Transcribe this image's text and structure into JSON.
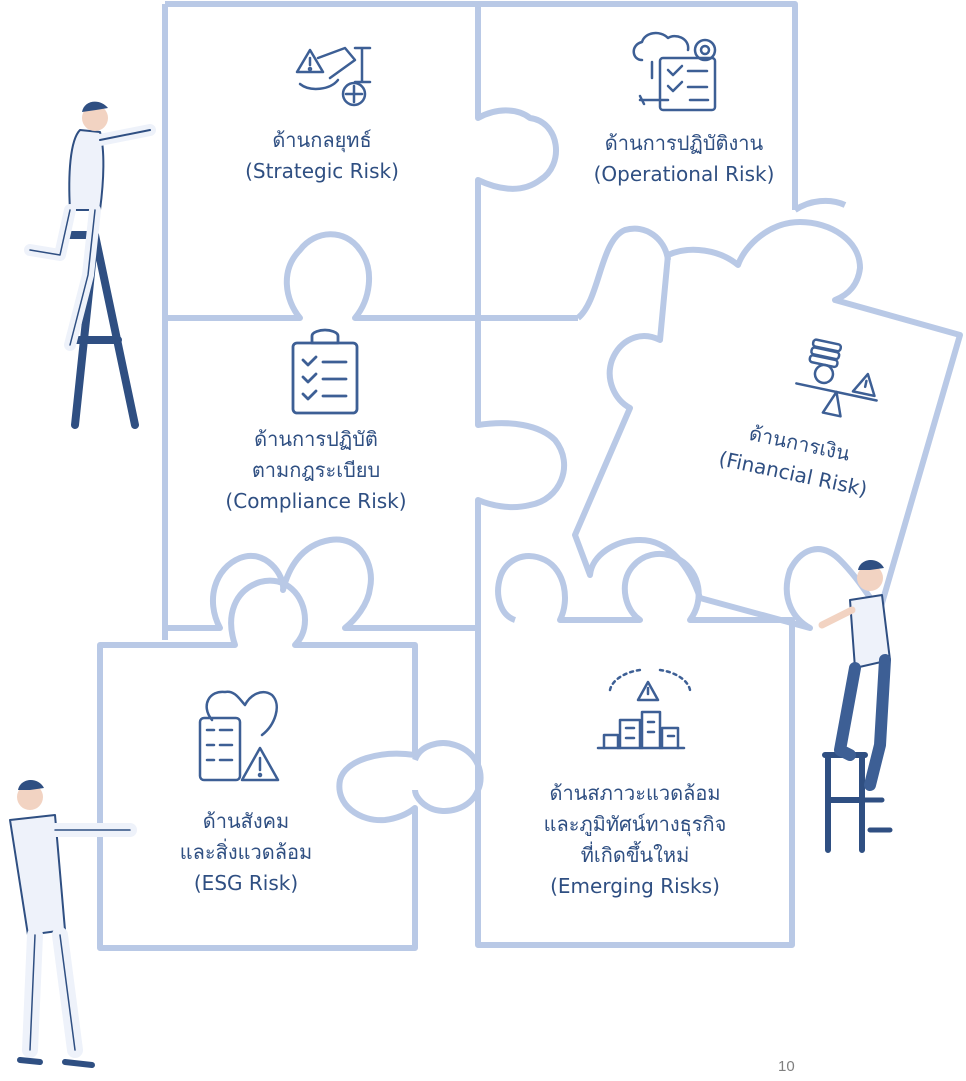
{
  "colors": {
    "outline": "#b9c9e6",
    "text": "#2f4f82",
    "icon": "#3d5f95",
    "accent": "#7f97c5",
    "shirt": "#eef2fa",
    "skin": "#f2d3c2",
    "hair": "#2f4f82"
  },
  "pieces": {
    "strategic": {
      "icon": "strategy-tools-icon",
      "line1": "ด้านกลยุทธ์",
      "line2": "(Strategic Risk)"
    },
    "operational": {
      "icon": "cloud-gear-checklist-icon",
      "line1": "ด้านการปฏิบัติงาน",
      "line2": "(Operational Risk)"
    },
    "compliance": {
      "icon": "clipboard-checklist-icon",
      "line1": "ด้านการปฏิบัติ",
      "line2": "ตามกฎระเบียบ",
      "line3": "(Compliance Risk)"
    },
    "financial": {
      "icon": "coins-balance-warning-icon",
      "line1": "ด้านการเงิน",
      "line2": "(Financial Risk)"
    },
    "esg": {
      "icon": "heart-phone-warning-icon",
      "line1": "ด้านสังคม",
      "line2": "และสิ่งแวดล้อม",
      "line3": "(ESG Risk)"
    },
    "emerging": {
      "icon": "city-warning-icon",
      "line1": "ด้านสภาวะแวดล้อม",
      "line2": "และภูมิทัศน์ทางธุรกิจ",
      "line3": "ที่เกิดขึ้นใหม่",
      "line4": "(Emerging Risks)"
    }
  },
  "page_number": "10"
}
